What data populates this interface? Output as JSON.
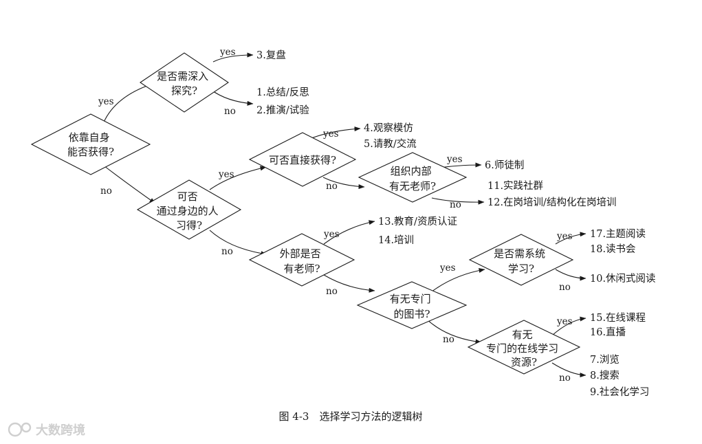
{
  "caption": "图 4-3　选择学习方法的逻辑树",
  "watermark": "大数跨境",
  "decisions": {
    "d1": [
      "依靠自身",
      "能否获得?"
    ],
    "d2": [
      "是否需深入",
      "探究?"
    ],
    "d3": [
      "可否",
      "通过身边的人",
      "习得?"
    ],
    "d4": [
      "可否直接获得?"
    ],
    "d5": [
      "组织内部",
      "有无老师?"
    ],
    "d6": [
      "外部是否",
      "有老师?"
    ],
    "d7": [
      "有无专门",
      "的图书?"
    ],
    "d8": [
      "是否需系统",
      "学习?"
    ],
    "d9": [
      "有无",
      "专门的在线学习",
      "资源?"
    ]
  },
  "outcomes": {
    "o3": "3.复盘",
    "o1": "1.总结/反思",
    "o2": "2.推演/试验",
    "o4": "4.观察模仿",
    "o5": "5.请教/交流",
    "o6": "6.师徒制",
    "o11": "11.实践社群",
    "o12": "12.在岗培训/结构化在岗培训",
    "o13": "13.教育/资质认证",
    "o14": "14.培训",
    "o17": "17.主题阅读",
    "o18": "18.读书会",
    "o10": "10.休闲式阅读",
    "o15": "15.在线课程",
    "o16": "16.直播",
    "o7": "7.浏览",
    "o8": "8.搜索",
    "o9": "9.社会化学习"
  },
  "edge_labels": {
    "yes": "yes",
    "no": "no"
  }
}
